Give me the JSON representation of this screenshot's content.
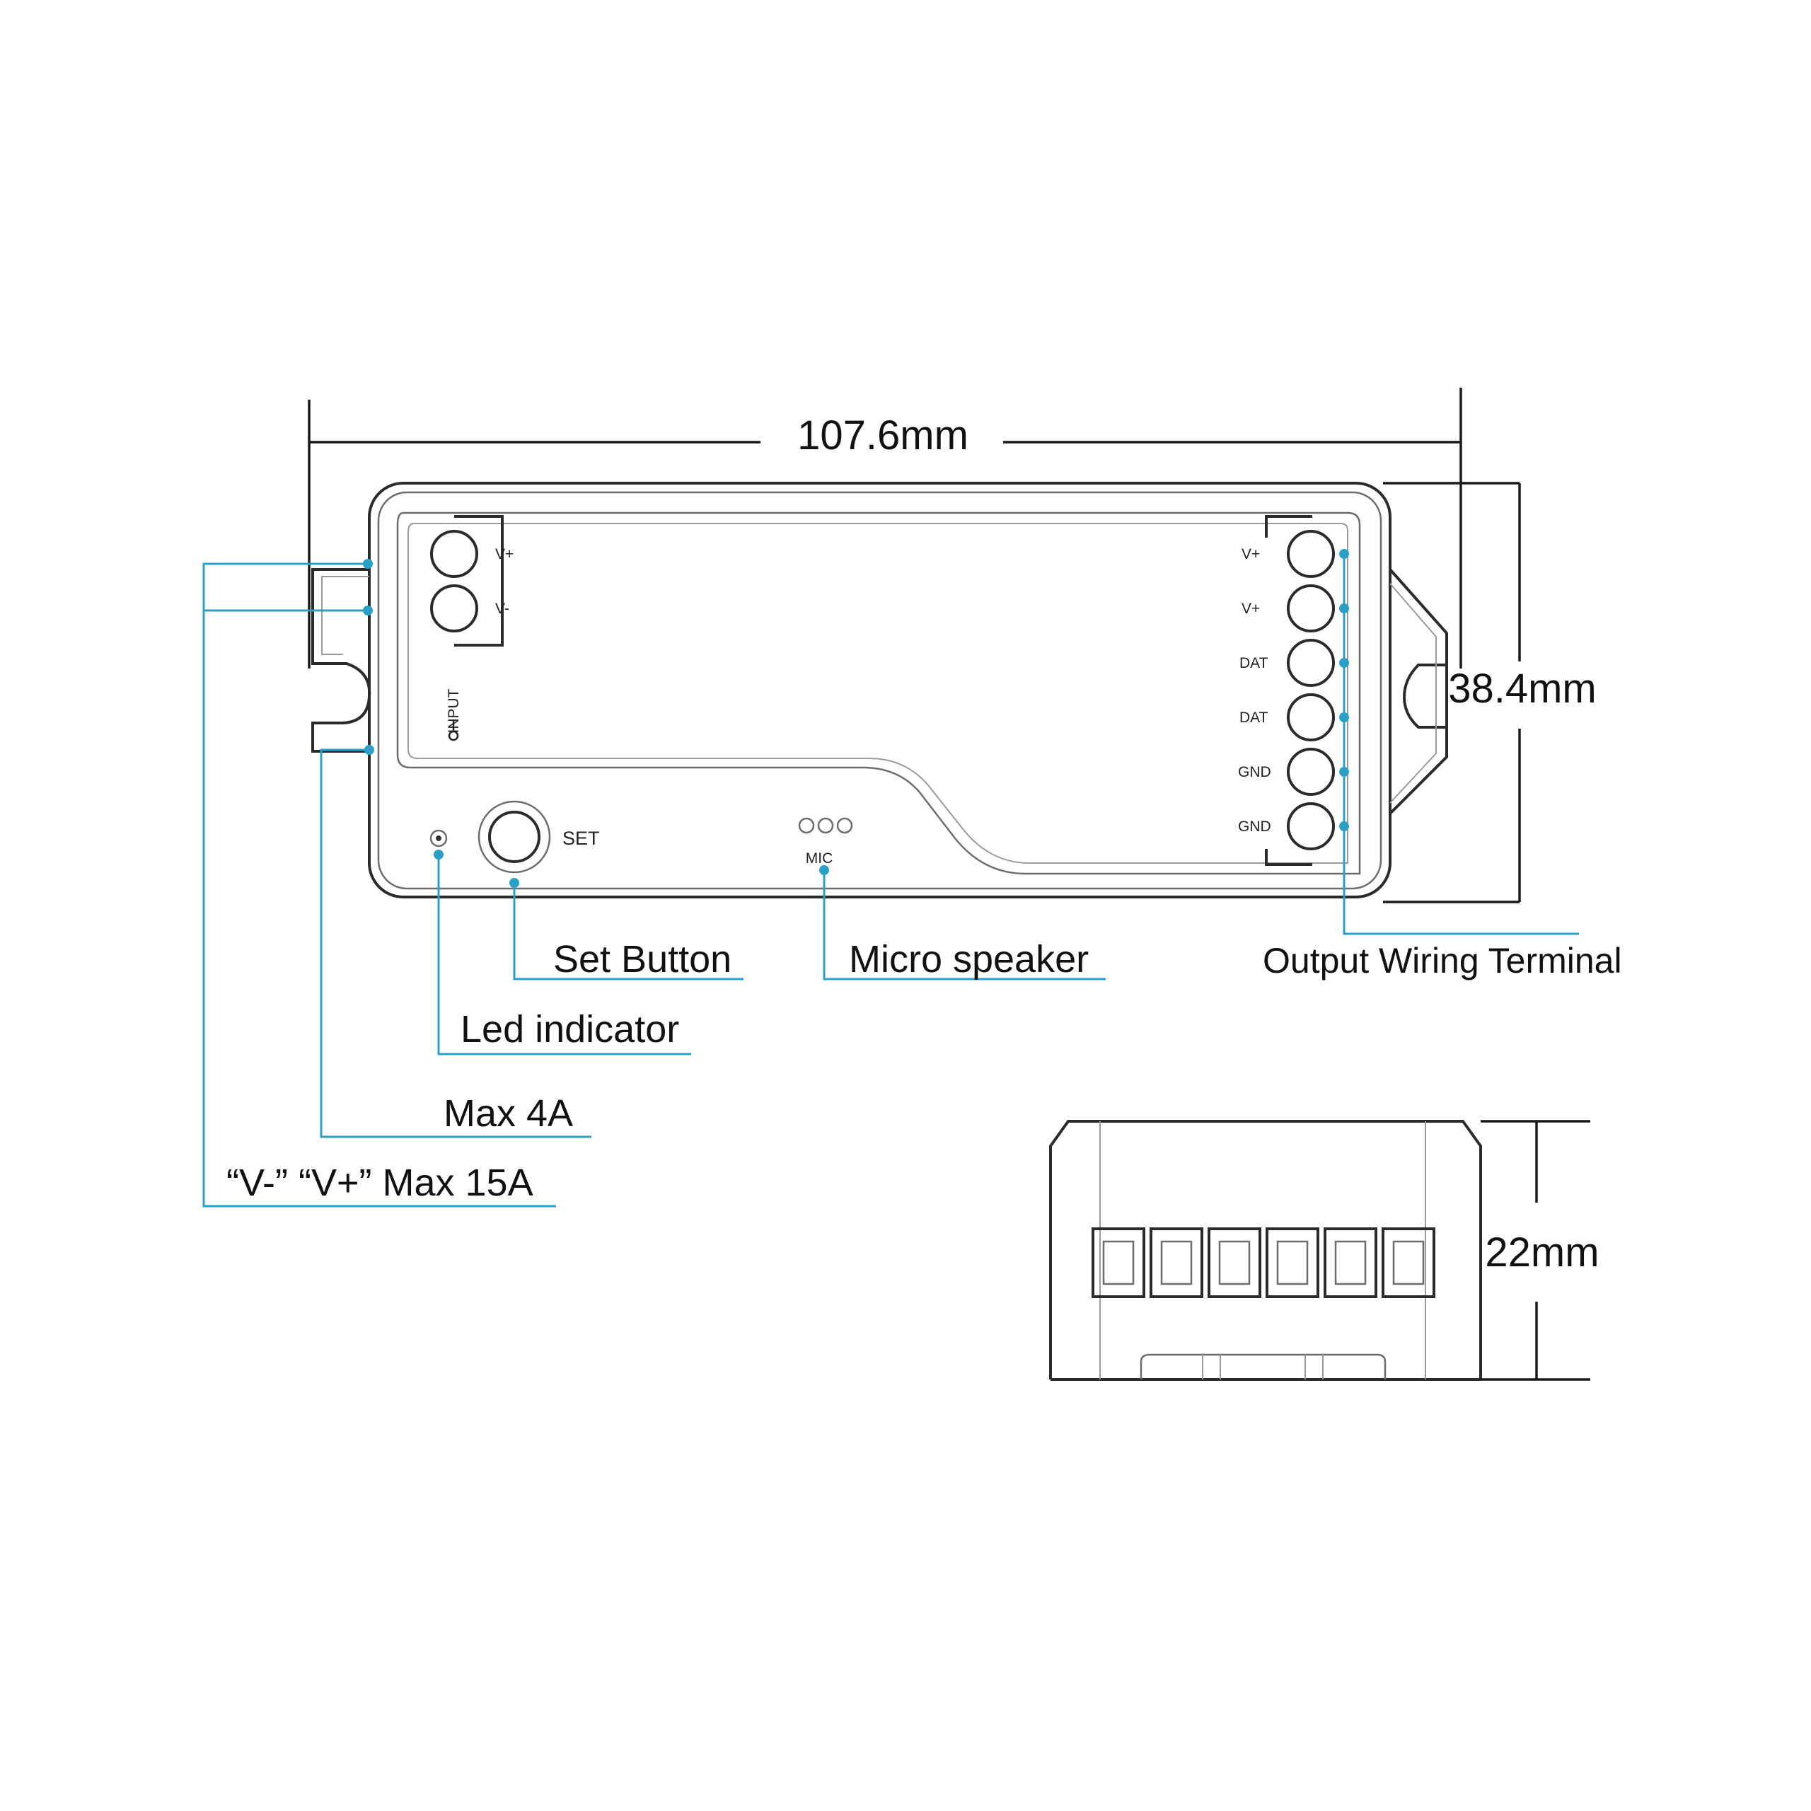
{
  "dimensions": {
    "width": "107.6mm",
    "height": "38.4mm",
    "depth": "22mm"
  },
  "device_labels": {
    "input_pos": "V+",
    "input_neg": "V-",
    "input_label": "INPUT",
    "set_label": "SET",
    "mic_label": "MIC",
    "output_terminals": [
      "V+",
      "V+",
      "DAT",
      "DAT",
      "GND",
      "GND"
    ]
  },
  "callouts": {
    "set_button": "Set Button",
    "micro_speaker": "Micro speaker",
    "output_wiring": "Output Wiring Terminal",
    "led_indicator": "Led indicator",
    "max_4a": "Max 4A",
    "input_max": "“V-” “V+” Max 15A"
  },
  "colors": {
    "callout_line": "#2aa0c9",
    "outline": "#2b2b2b"
  }
}
